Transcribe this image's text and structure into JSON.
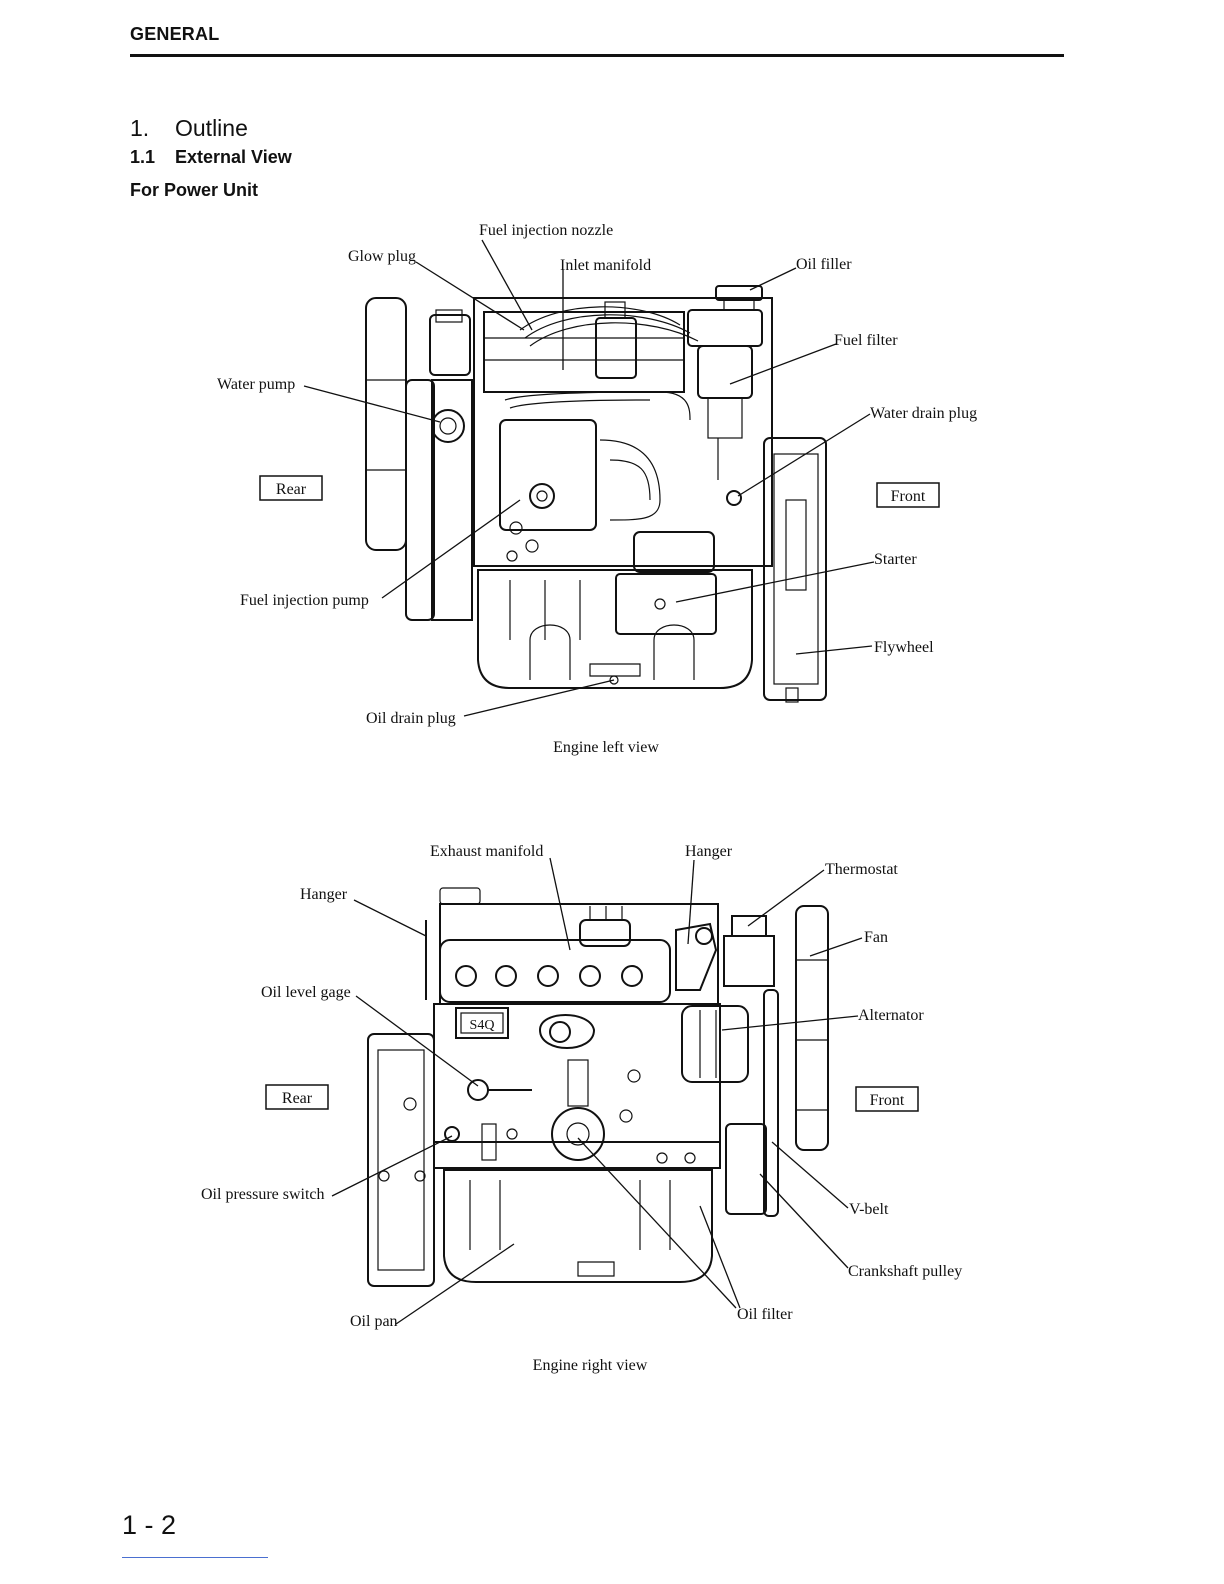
{
  "header": {
    "section": "GENERAL"
  },
  "chapter": {
    "number": "1.",
    "title": "Outline"
  },
  "subsection": {
    "number": "1.1",
    "title": "External View"
  },
  "unit_label": "For Power Unit",
  "left_view": {
    "caption": "Engine left view",
    "labels": {
      "fuel_injection_nozzle": "Fuel injection nozzle",
      "glow_plug": "Glow plug",
      "inlet_manifold": "Inlet manifold",
      "oil_filler": "Oil filler",
      "fuel_filter": "Fuel filter",
      "water_pump": "Water pump",
      "water_drain_plug": "Water drain plug",
      "rear": "Rear",
      "front": "Front",
      "starter": "Starter",
      "fuel_injection_pump": "Fuel injection pump",
      "flywheel": "Flywheel",
      "oil_drain_plug": "Oil drain plug"
    }
  },
  "right_view": {
    "caption": "Engine right view",
    "labels": {
      "exhaust_manifold": "Exhaust manifold",
      "hanger_top": "Hanger",
      "thermostat": "Thermostat",
      "hanger_left": "Hanger",
      "fan": "Fan",
      "oil_level_gage": "Oil level gage",
      "alternator": "Alternator",
      "rear": "Rear",
      "front": "Front",
      "oil_pressure_switch": "Oil pressure switch",
      "v_belt": "V-belt",
      "crankshaft_pulley": "Crankshaft pulley",
      "oil_pan": "Oil pan",
      "oil_filter": "Oil filter",
      "nameplate": "S4Q"
    }
  },
  "footer": {
    "page_number": "1 - 2"
  }
}
